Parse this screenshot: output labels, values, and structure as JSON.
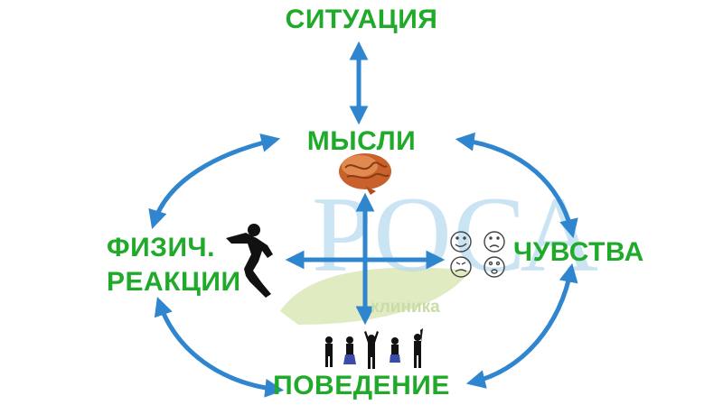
{
  "diagram": {
    "situation": "СИТУАЦИЯ",
    "thoughts": "МЫСЛИ",
    "feelings": "ЧУВСТВА",
    "behavior": "ПОВЕДЕНИЕ",
    "physical_line1": "ФИЗИЧ.",
    "physical_line2": "РЕАКЦИИ"
  },
  "watermark": {
    "letters": "РОСА",
    "text": "клиника"
  },
  "colors": {
    "label_green": "#1faa2a",
    "arrow_blue": "#2f86cf",
    "brain": "#c8612b",
    "watermark_blue": "#a9d3ee",
    "watermark_green": "#dbe8b8"
  },
  "icons": [
    "brain-icon",
    "running-person-icon",
    "emotion-faces-icon",
    "people-silhouettes-icon"
  ]
}
